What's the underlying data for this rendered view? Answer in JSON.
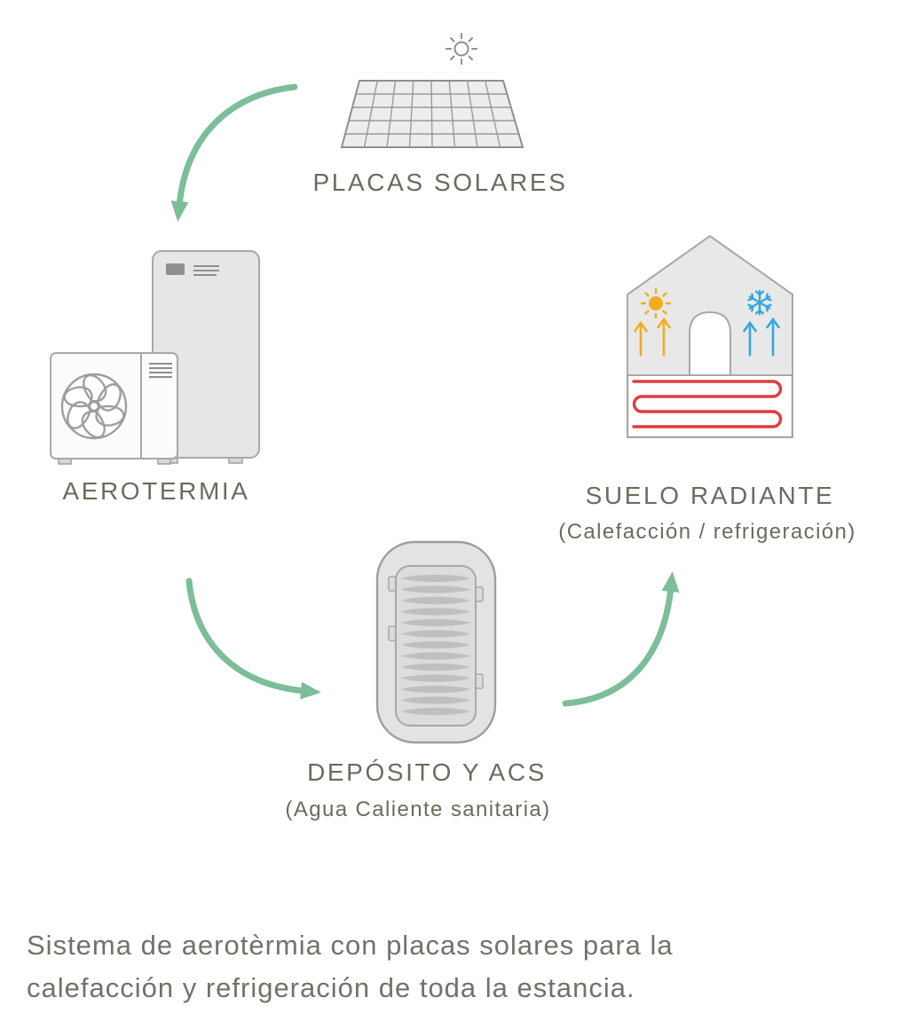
{
  "nodes": {
    "solar": {
      "label": "PLACAS SOLARES"
    },
    "aerotermia": {
      "label": "AEROTERMIA"
    },
    "suelo": {
      "label": "SUELO RADIANTE",
      "sublabel": "(Calefacción / refrigeración)"
    },
    "deposito": {
      "label": "DEPÓSITO Y ACS",
      "sublabel": "(Agua Caliente sanitaria)"
    }
  },
  "caption": "Sistema de aerotèrmia con placas solares para la calefacción y refrigeración de toda la estancia.",
  "icons": {
    "solar": "solar-panel-icon",
    "sun_small": "sun-icon",
    "aerotermia": "heat-pump-icon",
    "suelo": "house-radiant-floor-icon",
    "snowflake": "snowflake-icon",
    "deposito": "water-tank-icon"
  },
  "colors": {
    "label_text": "#6b6b5e",
    "caption_text": "#72726a",
    "arrow_green": "#7cbe98",
    "icon_gray_fill": "#e8e8e8",
    "icon_gray_stroke": "#9e9e9e",
    "sun_yellow": "#f0ad1e",
    "cold_blue": "#35a8dc",
    "coil_red": "#e03c3c"
  }
}
